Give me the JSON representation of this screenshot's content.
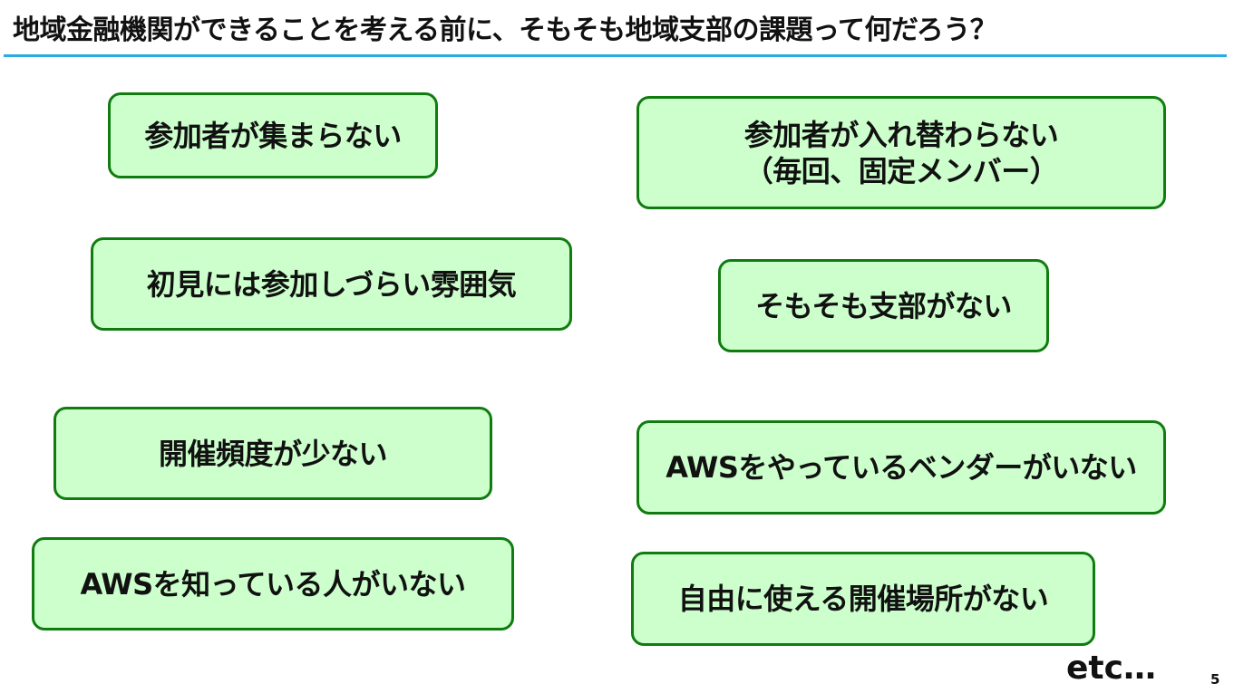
{
  "slide": {
    "title": "地域金融機関ができることを考える前に、そもそも地域支部の課題って何だろう？",
    "etc_label": "etc…",
    "page_number": "5"
  },
  "colors": {
    "accent_rule": "#29ABE2",
    "box_fill": "#CCFFCC",
    "box_border": "#107C10",
    "text": "#111111"
  },
  "issues": [
    "参加者が集まらない",
    "参加者が入れ替わらない\n（毎回、固定メンバー）",
    "初見には参加しづらい雰囲気",
    "そもそも支部がない",
    "開催頻度が少ない",
    "AWSをやっているベンダーがいない",
    "AWSを知っている人がいない",
    "自由に使える開催場所がない"
  ]
}
